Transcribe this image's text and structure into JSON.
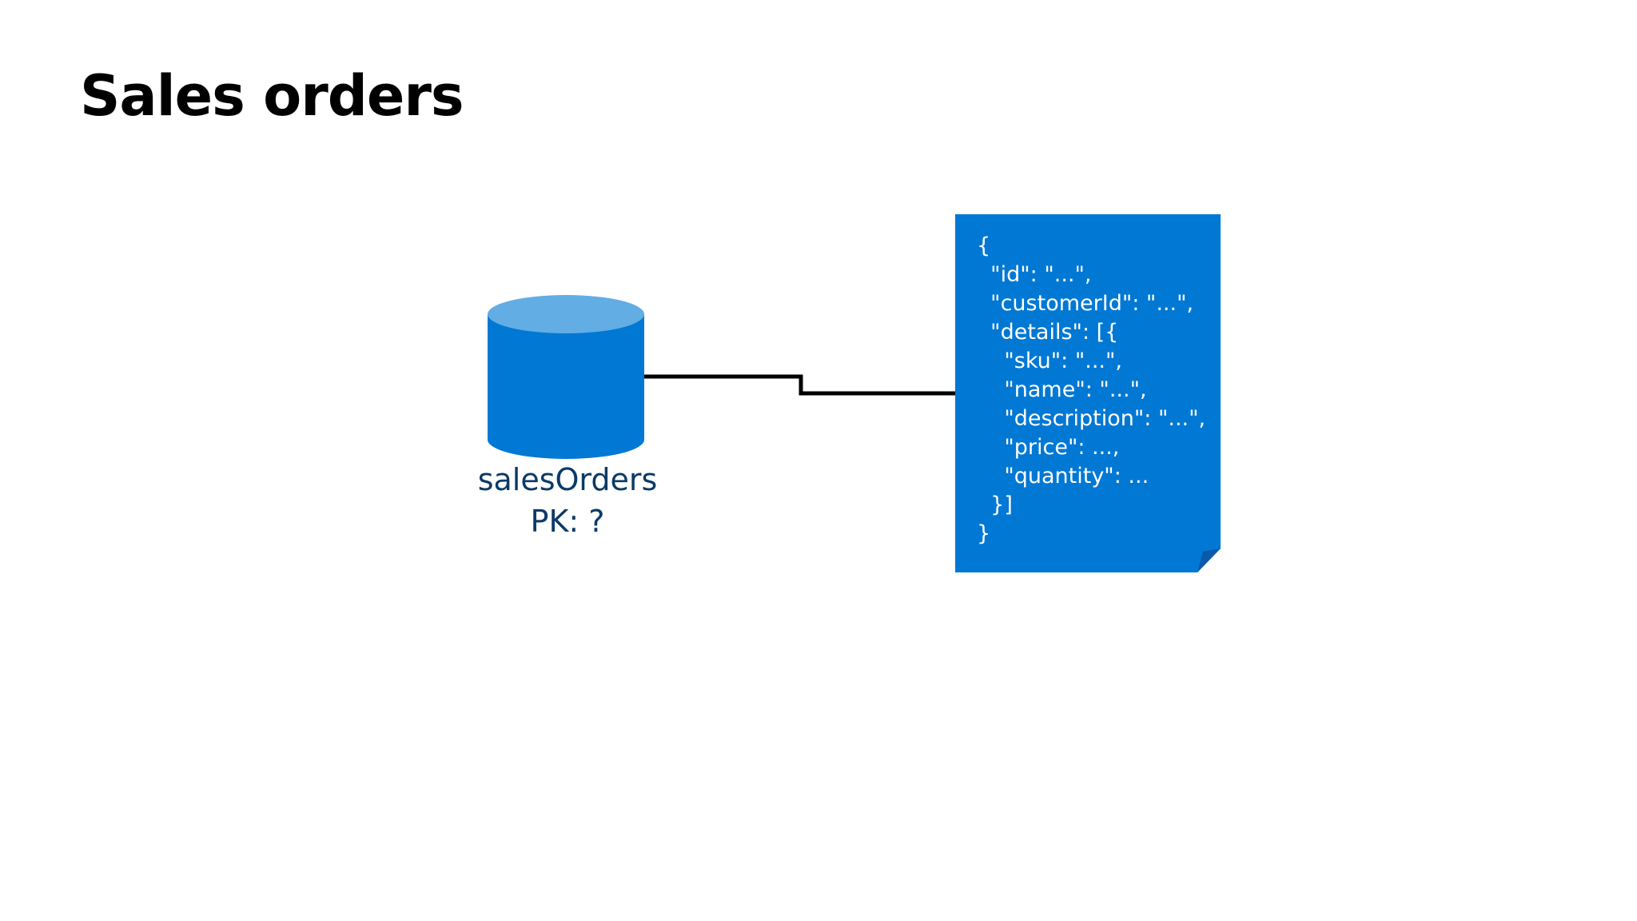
{
  "slide": {
    "title": "Sales orders"
  },
  "database": {
    "icon": "database-cylinder-icon",
    "name": "salesOrders",
    "pk_label": "PK: ?",
    "body_color": "#0078d4",
    "top_color": "#62ade4"
  },
  "connector": {
    "color": "#000000"
  },
  "document": {
    "icon": "json-document-icon",
    "color": "#0078d4",
    "fold_color": "#0a5aa8",
    "lines": [
      "{",
      "  \"id\": \"...\",",
      "  \"customerId\": \"...\",",
      "  \"details\": [{",
      "    \"sku\": \"...\",",
      "    \"name\": \"...\",",
      "    \"description\": \"...\",",
      "    \"price\": ...,",
      "    \"quantity\": ...",
      "  }]",
      "}"
    ]
  }
}
